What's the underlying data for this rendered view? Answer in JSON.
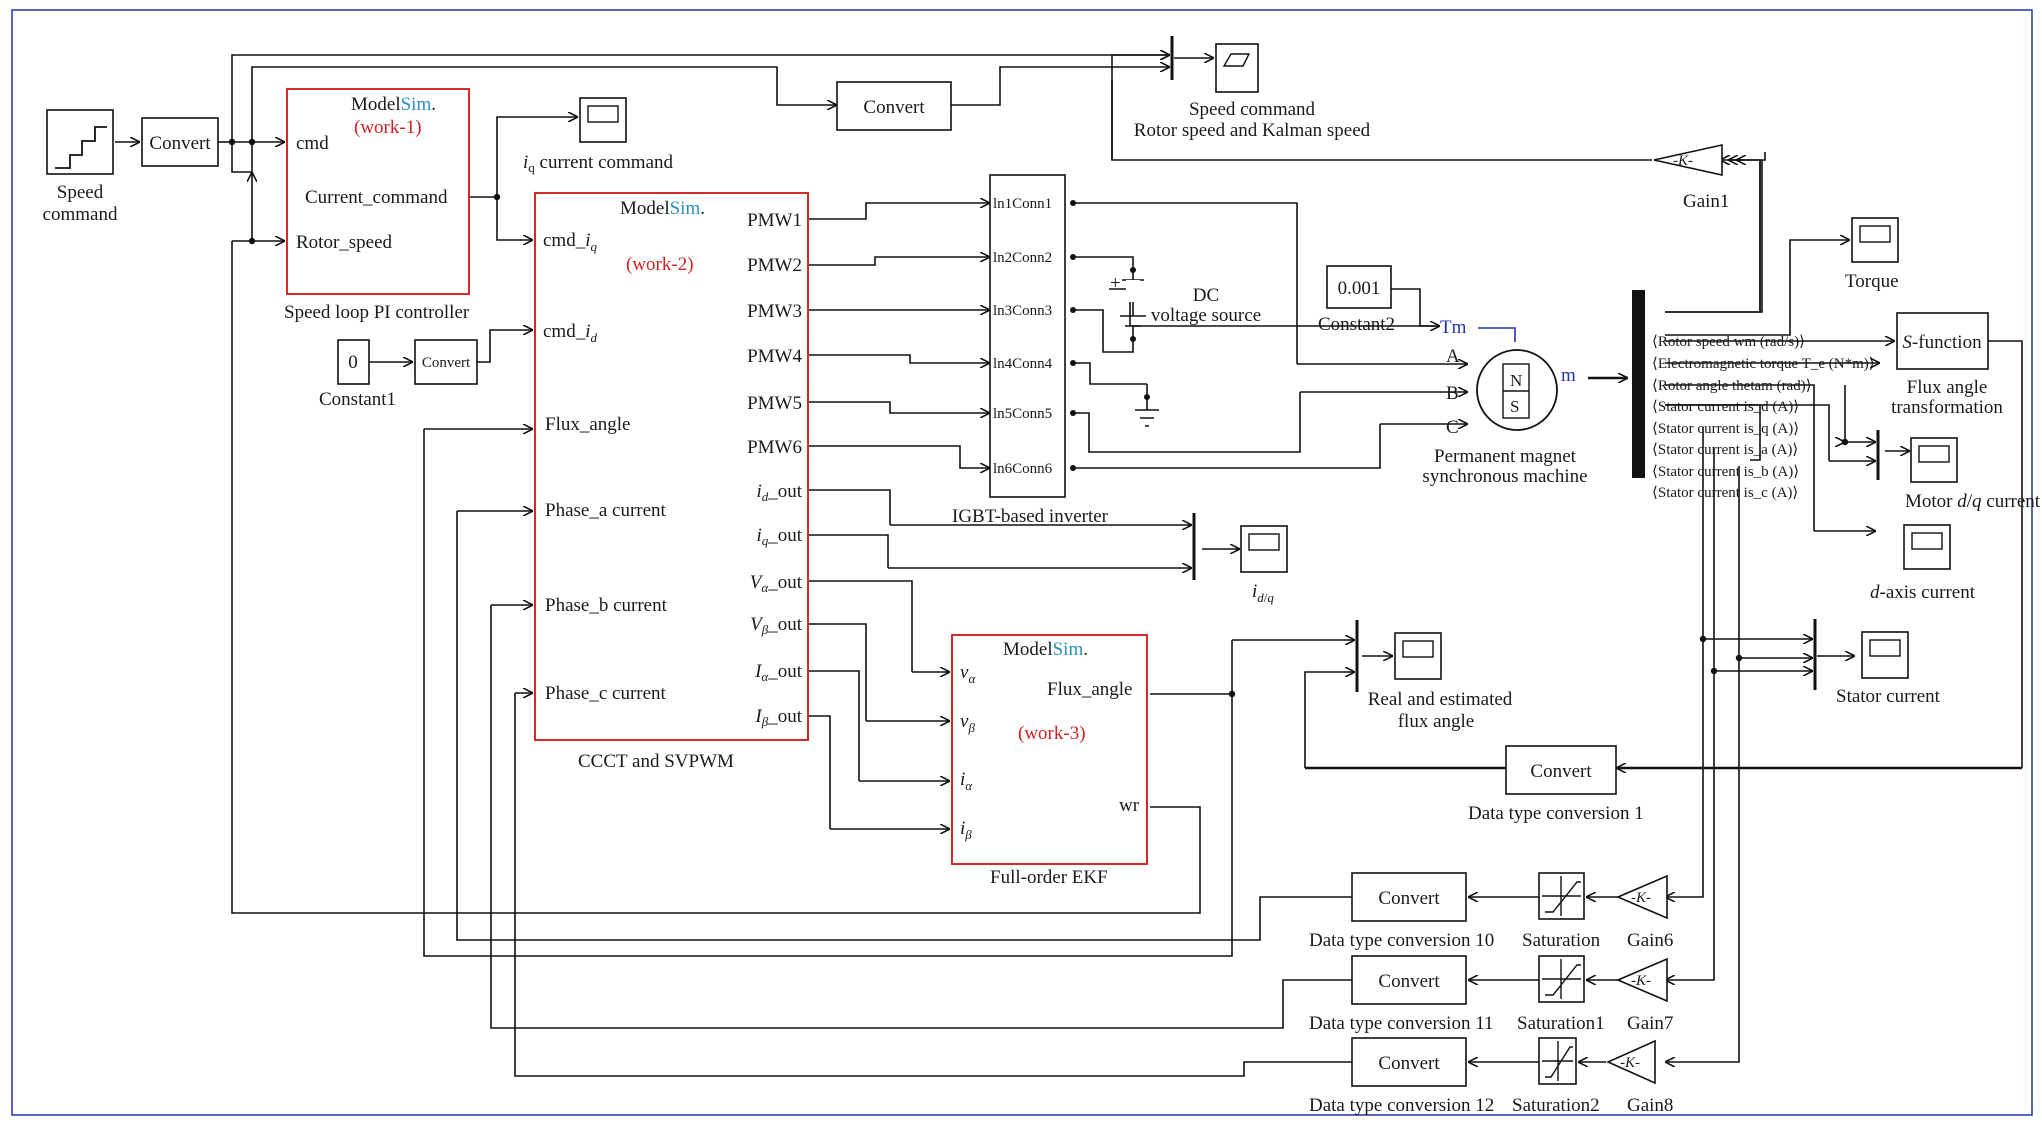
{
  "modelsim": {
    "pre": "Model",
    "post": "Sim",
    "dot": "."
  },
  "blocks": {
    "speed_command": "Speed\ncommand",
    "convert": "Convert",
    "work1": {
      "tag": "(work-1)",
      "in1": "cmd",
      "in2": "Rotor_speed",
      "out": "Current_command",
      "caption": "Speed loop PI controller"
    },
    "constant1": {
      "value": "0",
      "caption": "Constant1"
    },
    "iq_scope": "i_q current command",
    "speed_scope": "Speed command\nRotor speed and Kalman speed",
    "gain1": {
      "k": "-K-",
      "caption": "Gain1"
    },
    "work2": {
      "tag": "(work-2)",
      "inputs": [
        "cmd_i_q",
        "cmd_i_d",
        "Flux_angle",
        "Phase_a current",
        "Phase_b current",
        "Phase_c current"
      ],
      "outputs": [
        "PMW1",
        "PMW2",
        "PMW3",
        "PMW4",
        "PMW5",
        "PMW6",
        "i_d_out",
        "i_q_out",
        "V_α_out",
        "V_β_out",
        "I_α_out",
        "I_β_out"
      ],
      "caption": "CCCT and SVPWM"
    },
    "inverter": {
      "ports": [
        "ln1Conn1",
        "ln2Conn2",
        "ln3Conn3",
        "ln4Conn4",
        "ln5Conn5",
        "ln6Conn6"
      ],
      "caption": "IGBT-based inverter"
    },
    "dc": {
      "plus": "+",
      "caption": "DC\nvoltage source"
    },
    "constant2": {
      "value": "0.001",
      "caption": "Constant2"
    },
    "pmsm": {
      "tm": "Tm",
      "a": "A",
      "b": "B",
      "c": "C",
      "m": "m",
      "n": "N",
      "s": "S",
      "caption": "Permanent magnet\nsynchronous machine"
    },
    "demux_signals": [
      "⟨Rotor speed wm (rad/s)⟩",
      "⟨Electromagnetic torque T_e (N*m)⟩",
      "⟨Rotor angle thetam (rad)⟩",
      "⟨Stator current is_d (A)⟩",
      "⟨Stator current is_q (A)⟩",
      "⟨Stator current is_a (A)⟩",
      "⟨Stator current is_b (A)⟩",
      "⟨Stator current is_c (A)⟩"
    ],
    "torque": "Torque",
    "sfunc": {
      "label": "S-function",
      "caption": "Flux angle\ntransformation"
    },
    "motor_dq": "Motor d/q current",
    "d_axis": "d-axis current",
    "idq_scope": "i_d/q",
    "work3": {
      "tag": "(work-3)",
      "inputs": [
        "v_α",
        "v_β",
        "i_α",
        "i_β"
      ],
      "out1": "Flux_angle",
      "out2": "wr",
      "caption": "Full-order EKF"
    },
    "flux_scope": "Real and estimated\nflux angle",
    "stator_scope": "Stator current",
    "dtc1": "Data type conversion 1",
    "dtc10": "Data type conversion 10",
    "dtc11": "Data type conversion 11",
    "dtc12": "Data type conversion 12",
    "sat0": "Saturation",
    "sat1": "Saturation1",
    "sat2": "Saturation2",
    "gain6": "Gain6",
    "gain7": "Gain7",
    "gain8": "Gain8",
    "gain_k": "-K-"
  },
  "colors": {
    "block_red": "#d42a2a",
    "modelsim_blue": "#2a8fbf",
    "work_red": "#cc2222",
    "border_navy": "#2233aa"
  }
}
